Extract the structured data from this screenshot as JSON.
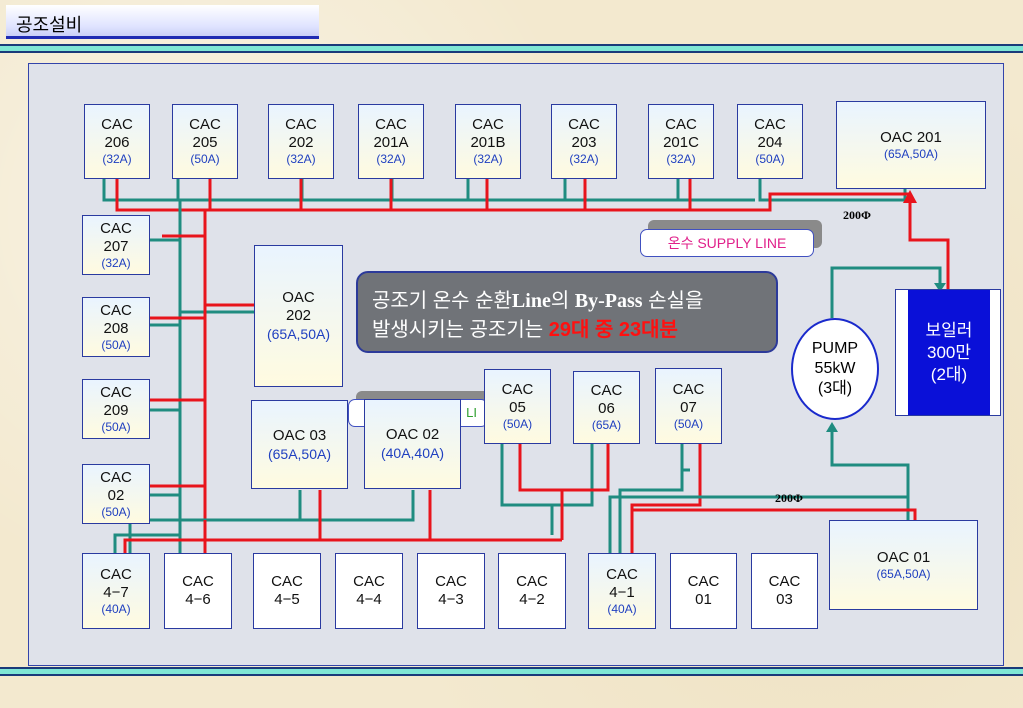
{
  "header": {
    "title": "공조설비"
  },
  "units": {
    "cac206": {
      "l1": "CAC",
      "l2": "206",
      "size": "(32A)"
    },
    "cac205": {
      "l1": "CAC",
      "l2": "205",
      "size": "(50A)"
    },
    "cac202": {
      "l1": "CAC",
      "l2": "202",
      "size": "(32A)"
    },
    "cac201a": {
      "l1": "CAC",
      "l2": "201A",
      "size": "(32A)"
    },
    "cac201b": {
      "l1": "CAC",
      "l2": "201B",
      "size": "(32A)"
    },
    "cac203": {
      "l1": "CAC",
      "l2": "203",
      "size": "(32A)"
    },
    "cac201c": {
      "l1": "CAC",
      "l2": "201C",
      "size": "(32A)"
    },
    "cac204": {
      "l1": "CAC",
      "l2": "204",
      "size": "(50A)"
    },
    "oac201": {
      "l1": "OAC 201",
      "size": "(65A,50A)"
    },
    "cac207": {
      "l1": "CAC",
      "l2": "207",
      "size": "(32A)"
    },
    "cac208": {
      "l1": "CAC",
      "l2": "208",
      "size": "(50A)"
    },
    "cac209": {
      "l1": "CAC",
      "l2": "209",
      "size": "(50A)"
    },
    "cac02": {
      "l1": "CAC",
      "l2": "02",
      "size": "(50A)"
    },
    "oac202": {
      "l1": "OAC",
      "l2": "202",
      "size": "(65A,50A)"
    },
    "oac03": {
      "l1": "OAC 03",
      "size": "(65A,50A)"
    },
    "oac02": {
      "l1": "OAC 02",
      "size": "(40A,40A)"
    },
    "cac05": {
      "l1": "CAC",
      "l2": "05",
      "size": "(50A)"
    },
    "cac06": {
      "l1": "CAC",
      "l2": "06",
      "size": "(65A)"
    },
    "cac07": {
      "l1": "CAC",
      "l2": "07",
      "size": "(50A)"
    },
    "cac47": {
      "l1": "CAC",
      "l2": "4−7",
      "size": "(40A)"
    },
    "cac46": {
      "l1": "CAC",
      "l2": "4−6"
    },
    "cac45": {
      "l1": "CAC",
      "l2": "4−5"
    },
    "cac44": {
      "l1": "CAC",
      "l2": "4−4"
    },
    "cac43": {
      "l1": "CAC",
      "l2": "4−3"
    },
    "cac42": {
      "l1": "CAC",
      "l2": "4−2"
    },
    "cac41": {
      "l1": "CAC",
      "l2": "4−1",
      "size": "(40A)"
    },
    "cac01": {
      "l1": "CAC",
      "l2": "01"
    },
    "cac03": {
      "l1": "CAC",
      "l2": "03"
    },
    "oac01": {
      "l1": "OAC 01",
      "size": "(65A,50A)"
    }
  },
  "pump": {
    "l1": "PUMP",
    "l2": "55kW",
    "l3": "(3대)"
  },
  "boiler": {
    "l1": "보일러",
    "l2": "300만",
    "l3": "(2대)"
  },
  "callout": {
    "line1_a": "공조기 온수 순환",
    "line1_b": "Line",
    "line1_c": "의 ",
    "line1_d": "By-Pass",
    "line1_e": " 손실을",
    "line2_a": "발생시키는 공조기는 ",
    "line2_b": "29대 중 23대분"
  },
  "supply_label": "온수 SUPPLY LINE",
  "supply_label_hidden": "LI",
  "pipe_top": "200Φ",
  "pipe_bottom": "200Φ",
  "colors": {
    "supply": "#e8141c",
    "return": "#1f8c80",
    "boiler": "#0a10d8"
  }
}
